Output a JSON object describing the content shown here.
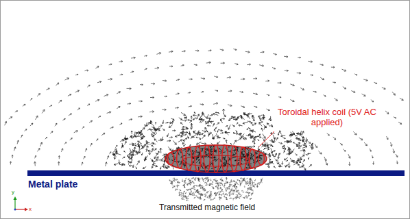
{
  "diagram": {
    "labels": [
      "Toroidal helix coil (5V AC applied)",
      "Metal plate",
      "Transmitted magnetic field",
      "y",
      "x"
    ]
  }
}
